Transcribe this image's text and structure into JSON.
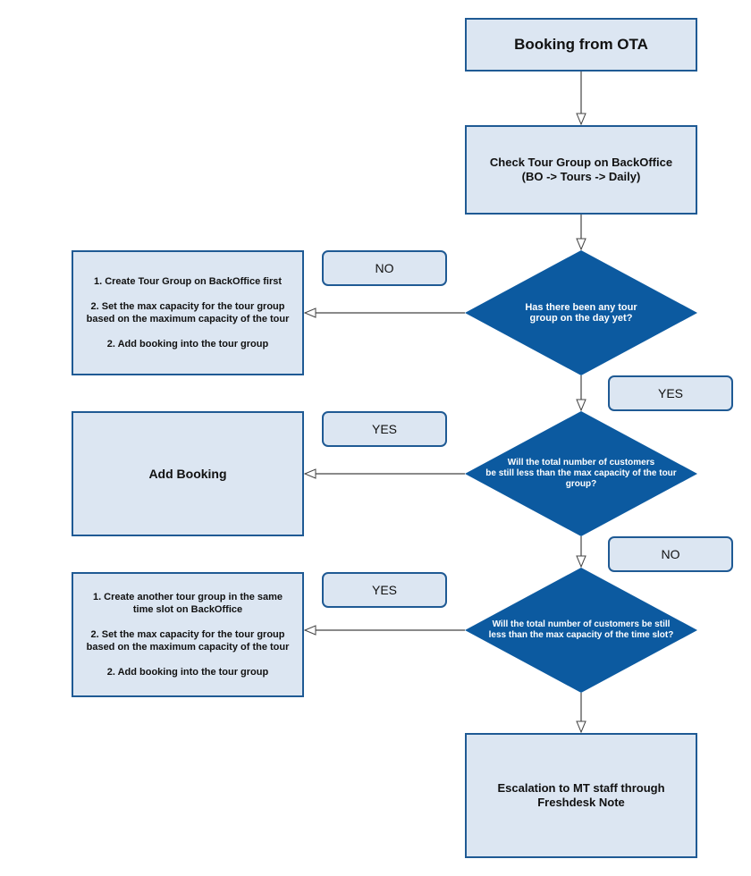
{
  "nodes": {
    "start": "Booking from OTA",
    "check_group": [
      "Check Tour Group on BackOffice",
      "(BO -> Tours -> Daily)"
    ],
    "decision_any_group": [
      "Has there been any tour",
      "group on the day yet?"
    ],
    "decision_group_capacity": [
      "Will the total number of customers",
      "be still less than the max capacity of the tour",
      "group?"
    ],
    "decision_slot_capacity": [
      "Will the total number of customers be still",
      "less than the max capacity of the time slot?"
    ],
    "create_group": {
      "step1": "1. Create Tour Group on BackOffice first",
      "step2": [
        "2. Set the max capacity for the tour group",
        "based on the maximum capacity of the tour"
      ],
      "step3": "2. Add booking into the tour group"
    },
    "add_booking": "Add Booking",
    "create_another_group": {
      "step1": [
        "1. Create another tour group in the same",
        "time slot on BackOffice"
      ],
      "step2": [
        "2. Set the max capacity for the tour group",
        "based on the maximum capacity of the tour"
      ],
      "step3": "2. Add booking into the tour group"
    },
    "escalation": [
      "Escalation to MT staff through",
      "Freshdesk Note"
    ]
  },
  "edge_labels": {
    "any_group_no": "NO",
    "any_group_yes": "YES",
    "group_capacity_yes": "YES",
    "group_capacity_no": "NO",
    "slot_capacity_yes": "YES"
  },
  "colors": {
    "box_fill": "#dce6f2",
    "box_border": "#1f5a94",
    "diamond_fill": "#0c5aa0",
    "connector": "#444444"
  }
}
